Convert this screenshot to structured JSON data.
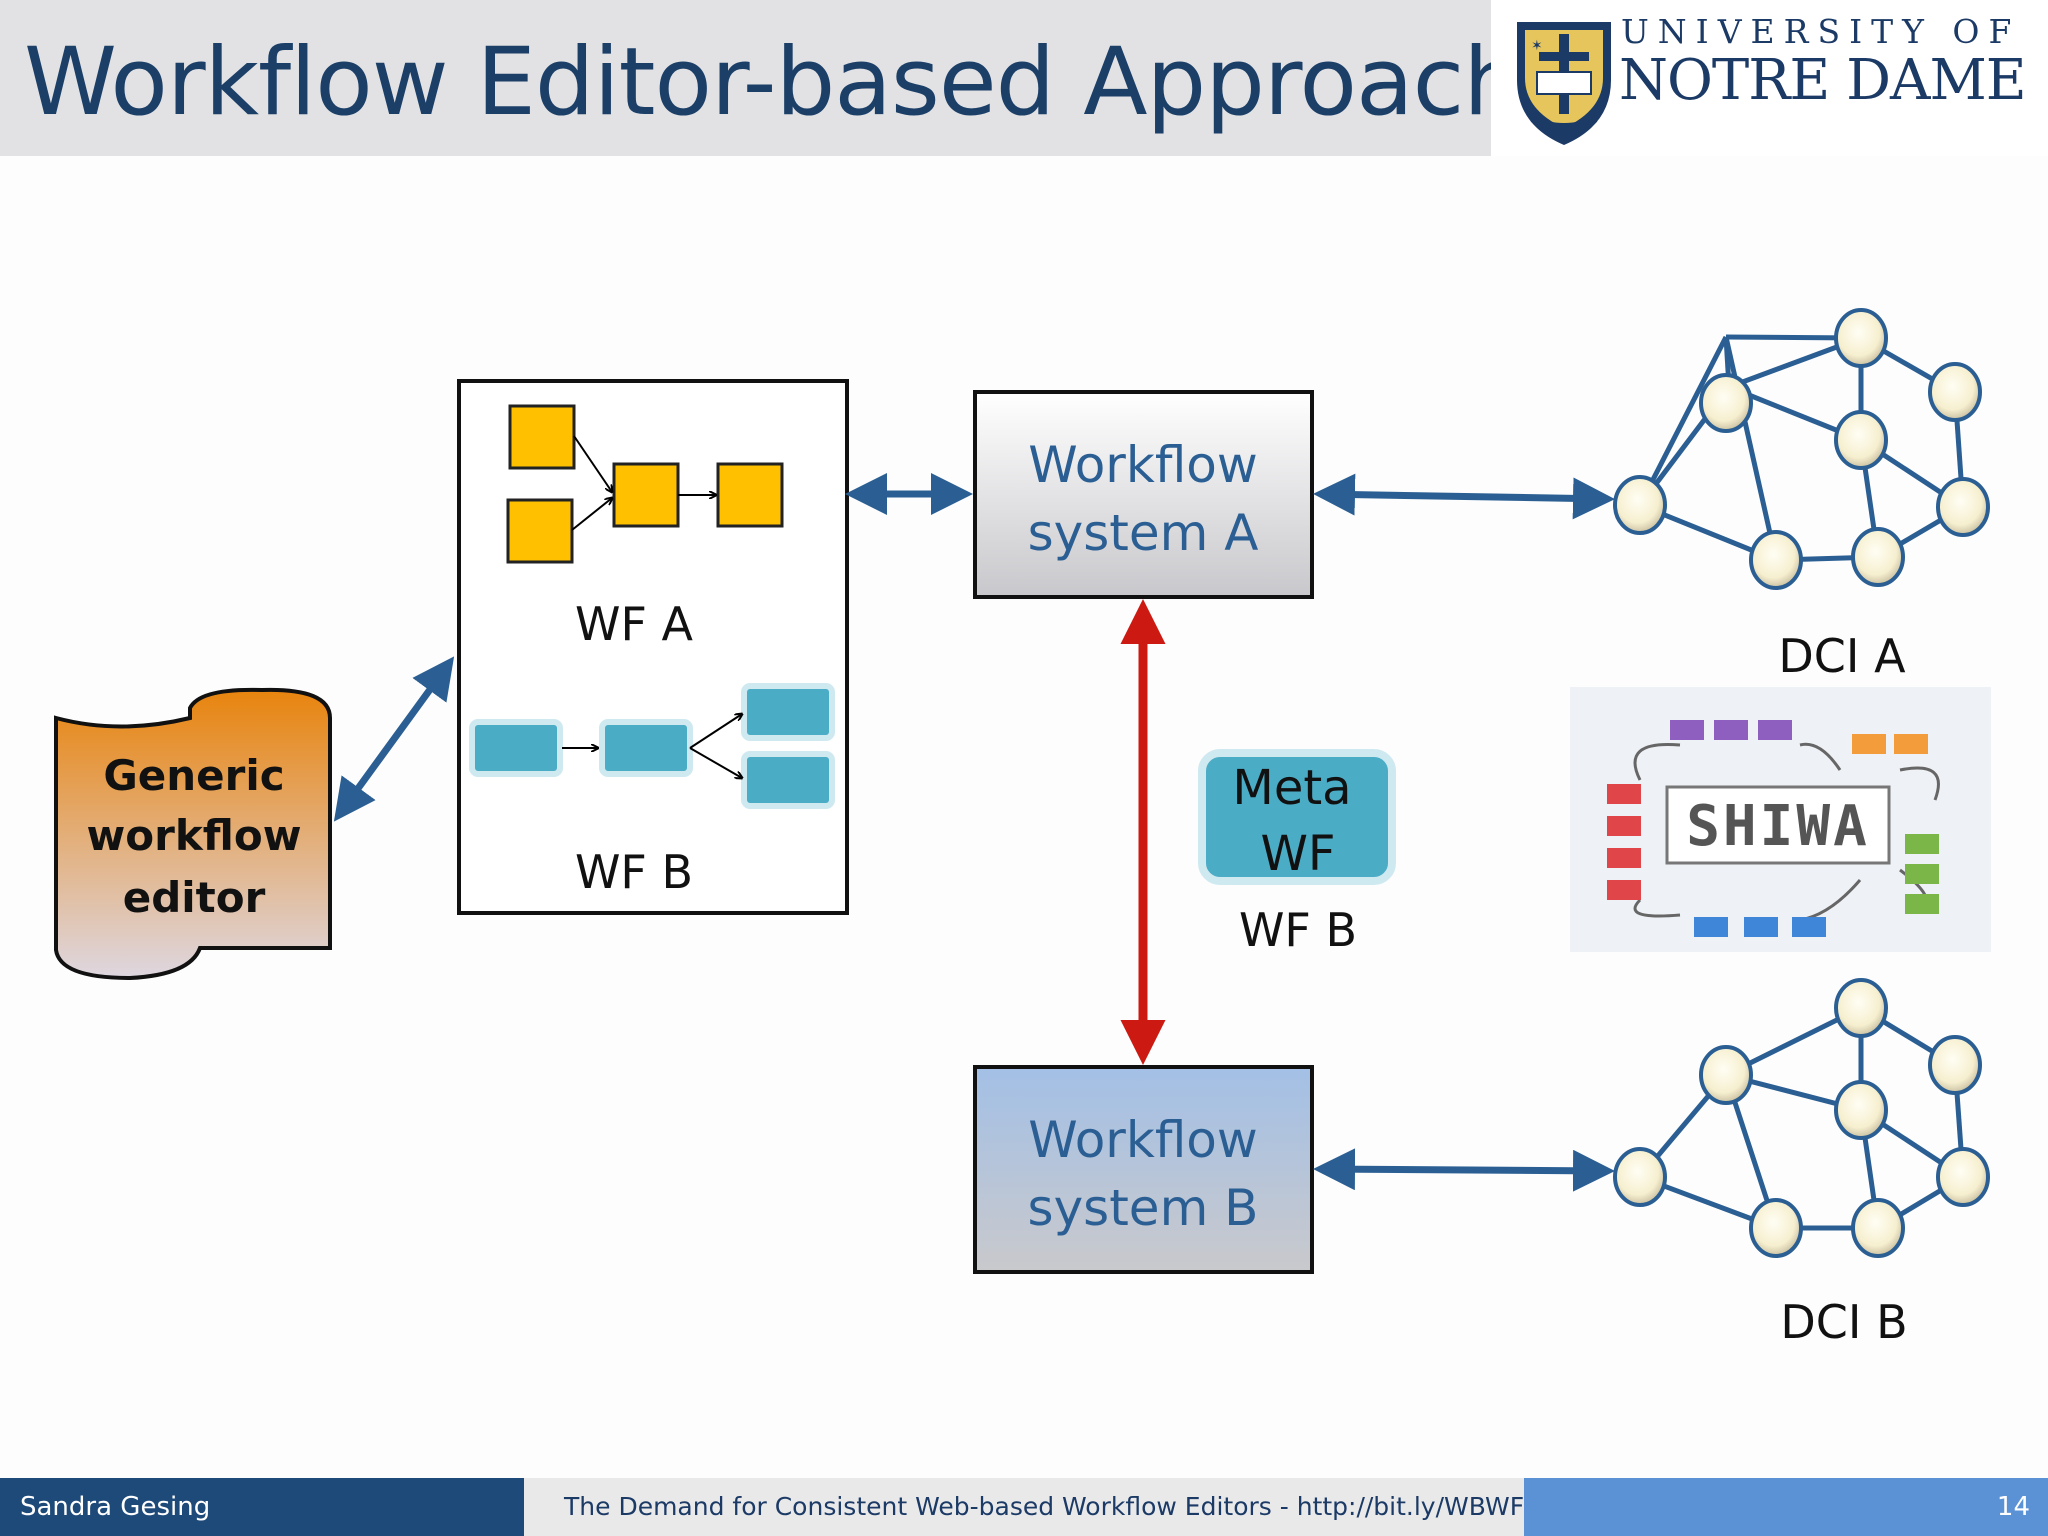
{
  "header": {
    "title": "Workflow Editor-based Approach",
    "logo": {
      "line1": "UNIVERSITY OF",
      "line2": "NOTRE DAME"
    }
  },
  "diagram": {
    "editor_label": [
      "Generic",
      "workflow",
      "editor"
    ],
    "wf_a_label": "WF A",
    "wf_b_label": "WF B",
    "system_a": [
      "Workflow",
      "system A"
    ],
    "system_b": [
      "Workflow",
      "system B"
    ],
    "meta_wf": [
      "Meta",
      "WF"
    ],
    "meta_wf_caption": "WF B",
    "dci_a": "DCI A",
    "dci_b": "DCI B",
    "shiwa_logo": "SHIWA"
  },
  "footer": {
    "author": "Sandra Gesing",
    "talk_title": "The Demand for Consistent Web-based Workflow Editors - http://bit.ly/WBWFE",
    "page_number": "14"
  },
  "colors": {
    "title": "#1c3f68",
    "arrow_blue": "#2b5f93",
    "arrow_red": "#cc1a12",
    "wf_a_node": "#ffc000",
    "wf_b_node": "#4bacc6",
    "editor_top": "#e8840e",
    "system_b_fill": "#a3c0e6"
  }
}
